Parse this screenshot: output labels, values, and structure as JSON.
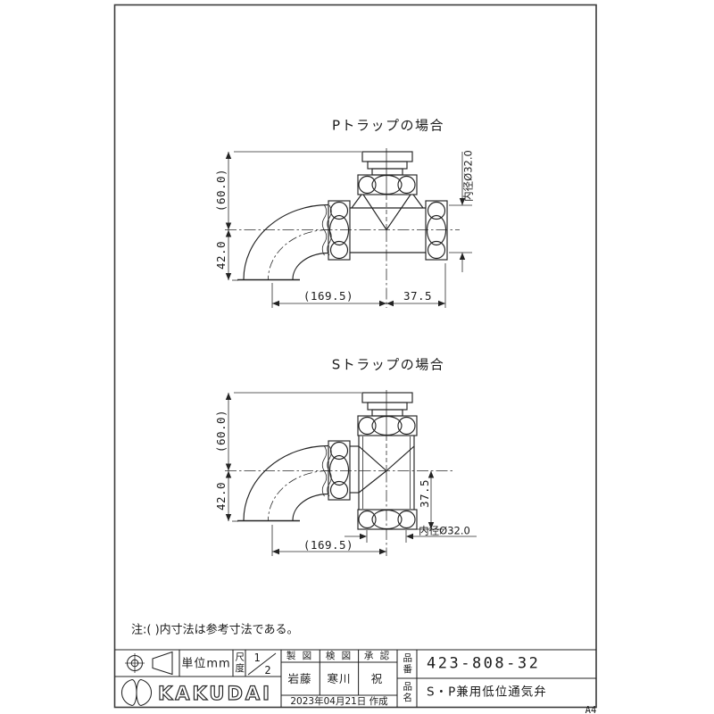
{
  "drawing": {
    "sheet_size": "A4",
    "note": "注:( )内寸法は参考寸法である。",
    "p_trap": {
      "title": "Pトラップの場合",
      "dim_height_upper": "(60.0)",
      "dim_height_lower": "42.0",
      "dim_width_left": "(169.5)",
      "dim_width_right": "37.5",
      "dim_inner_diameter": "内径Ø32.0"
    },
    "s_trap": {
      "title": "Sトラップの場合",
      "dim_height_upper": "(60.0)",
      "dim_height_lower": "42.0",
      "dim_width_left": "(169.5)",
      "dim_drop": "37.5",
      "dim_inner_diameter": "内径Ø32.0"
    }
  },
  "title_block": {
    "unit": "単位mm",
    "scale_label": "尺度",
    "scale_numerator": "1",
    "scale_denominator": "2",
    "drafted_label": "製 図",
    "checked_label": "検 図",
    "approved_label": "承 認",
    "drafted_by": "岩藤",
    "checked_by": "寒川",
    "approved_by": "祝",
    "created_date": "2023年04月21日 作成",
    "part_number_label": "品番",
    "part_number": "423-808-32",
    "part_name_label": "品名",
    "part_name": "S・P兼用低位通気弁",
    "brand": "KAKUDAI"
  }
}
